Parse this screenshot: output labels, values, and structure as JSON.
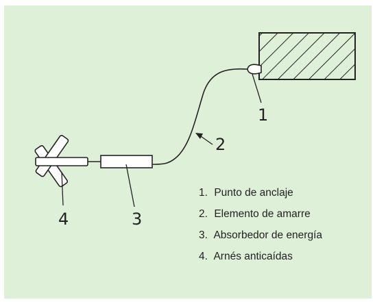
{
  "callouts": [
    "1",
    "2",
    "3",
    "4"
  ],
  "legend": [
    {
      "num": "1.",
      "label": "Punto de anclaje"
    },
    {
      "num": "2.",
      "label": "Elemento de amarre"
    },
    {
      "num": "3.",
      "label": "Absorbedor de energía"
    },
    {
      "num": "4.",
      "label": "Arnés anticaídas"
    }
  ],
  "colors": {
    "background": "#dff0d8",
    "stroke": "#222222"
  }
}
